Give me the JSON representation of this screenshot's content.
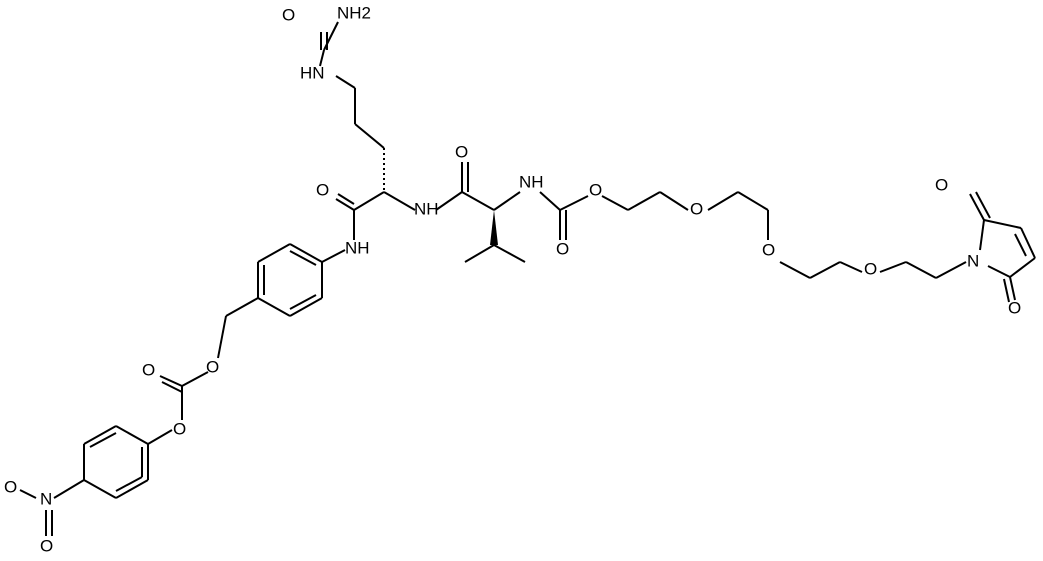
{
  "labels": {
    "urea_O": "O",
    "urea_NH2": "NH2",
    "cit_NH": "HN",
    "amide1_O": "O",
    "amide2_O": "O",
    "pab_NH": "NH",
    "cit_amide_NH": "NH",
    "carbamate_NH": "NH",
    "carbamate_O": "O",
    "carbamate_Oc": "O",
    "peg_O1": "O",
    "peg_O2": "O",
    "peg_O3": "O",
    "mal_O_top": "O",
    "mal_N": "N",
    "mal_O_bot": "O",
    "benzyl_O": "O",
    "carbonate_O": "O",
    "carbonate_Oc": "O",
    "nitro_N": "N",
    "nitro_O1": "O",
    "nitro_O2": "O"
  }
}
